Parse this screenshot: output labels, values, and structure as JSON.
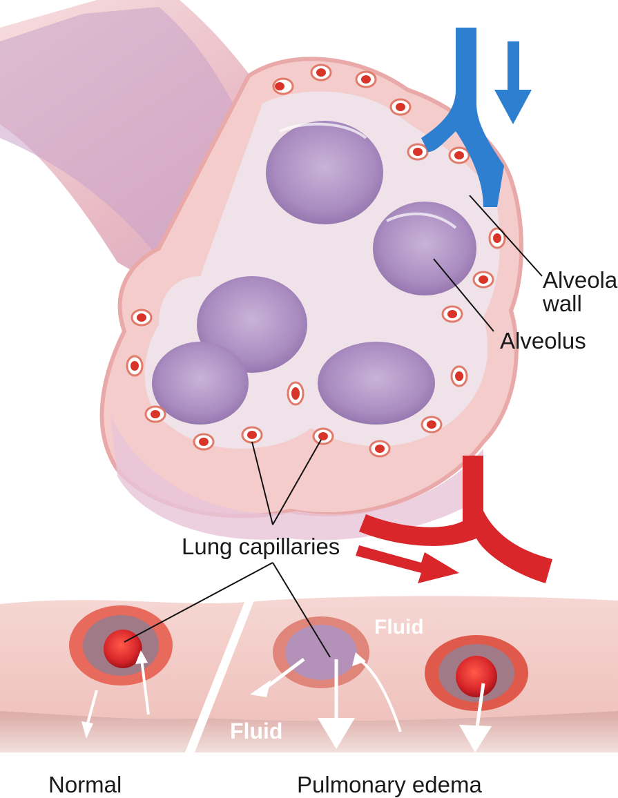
{
  "labels": {
    "alveolar_wall_line1": "Alveolar",
    "alveolar_wall_line2": "wall",
    "alveolus": "Alveolus",
    "lung_capillaries": "Lung capillaries",
    "fluid_upper": "Fluid",
    "fluid_lower": "Fluid",
    "normal": "Normal",
    "pulmonary_edema": "Pulmonary edema"
  },
  "colors": {
    "tissue_pink": "#f2c3c3",
    "alveolus_purple": "#b39ac4",
    "capillary_red": "#d83a2c",
    "vein_blue": "#2f7fd0",
    "artery_red": "#d8262a"
  }
}
